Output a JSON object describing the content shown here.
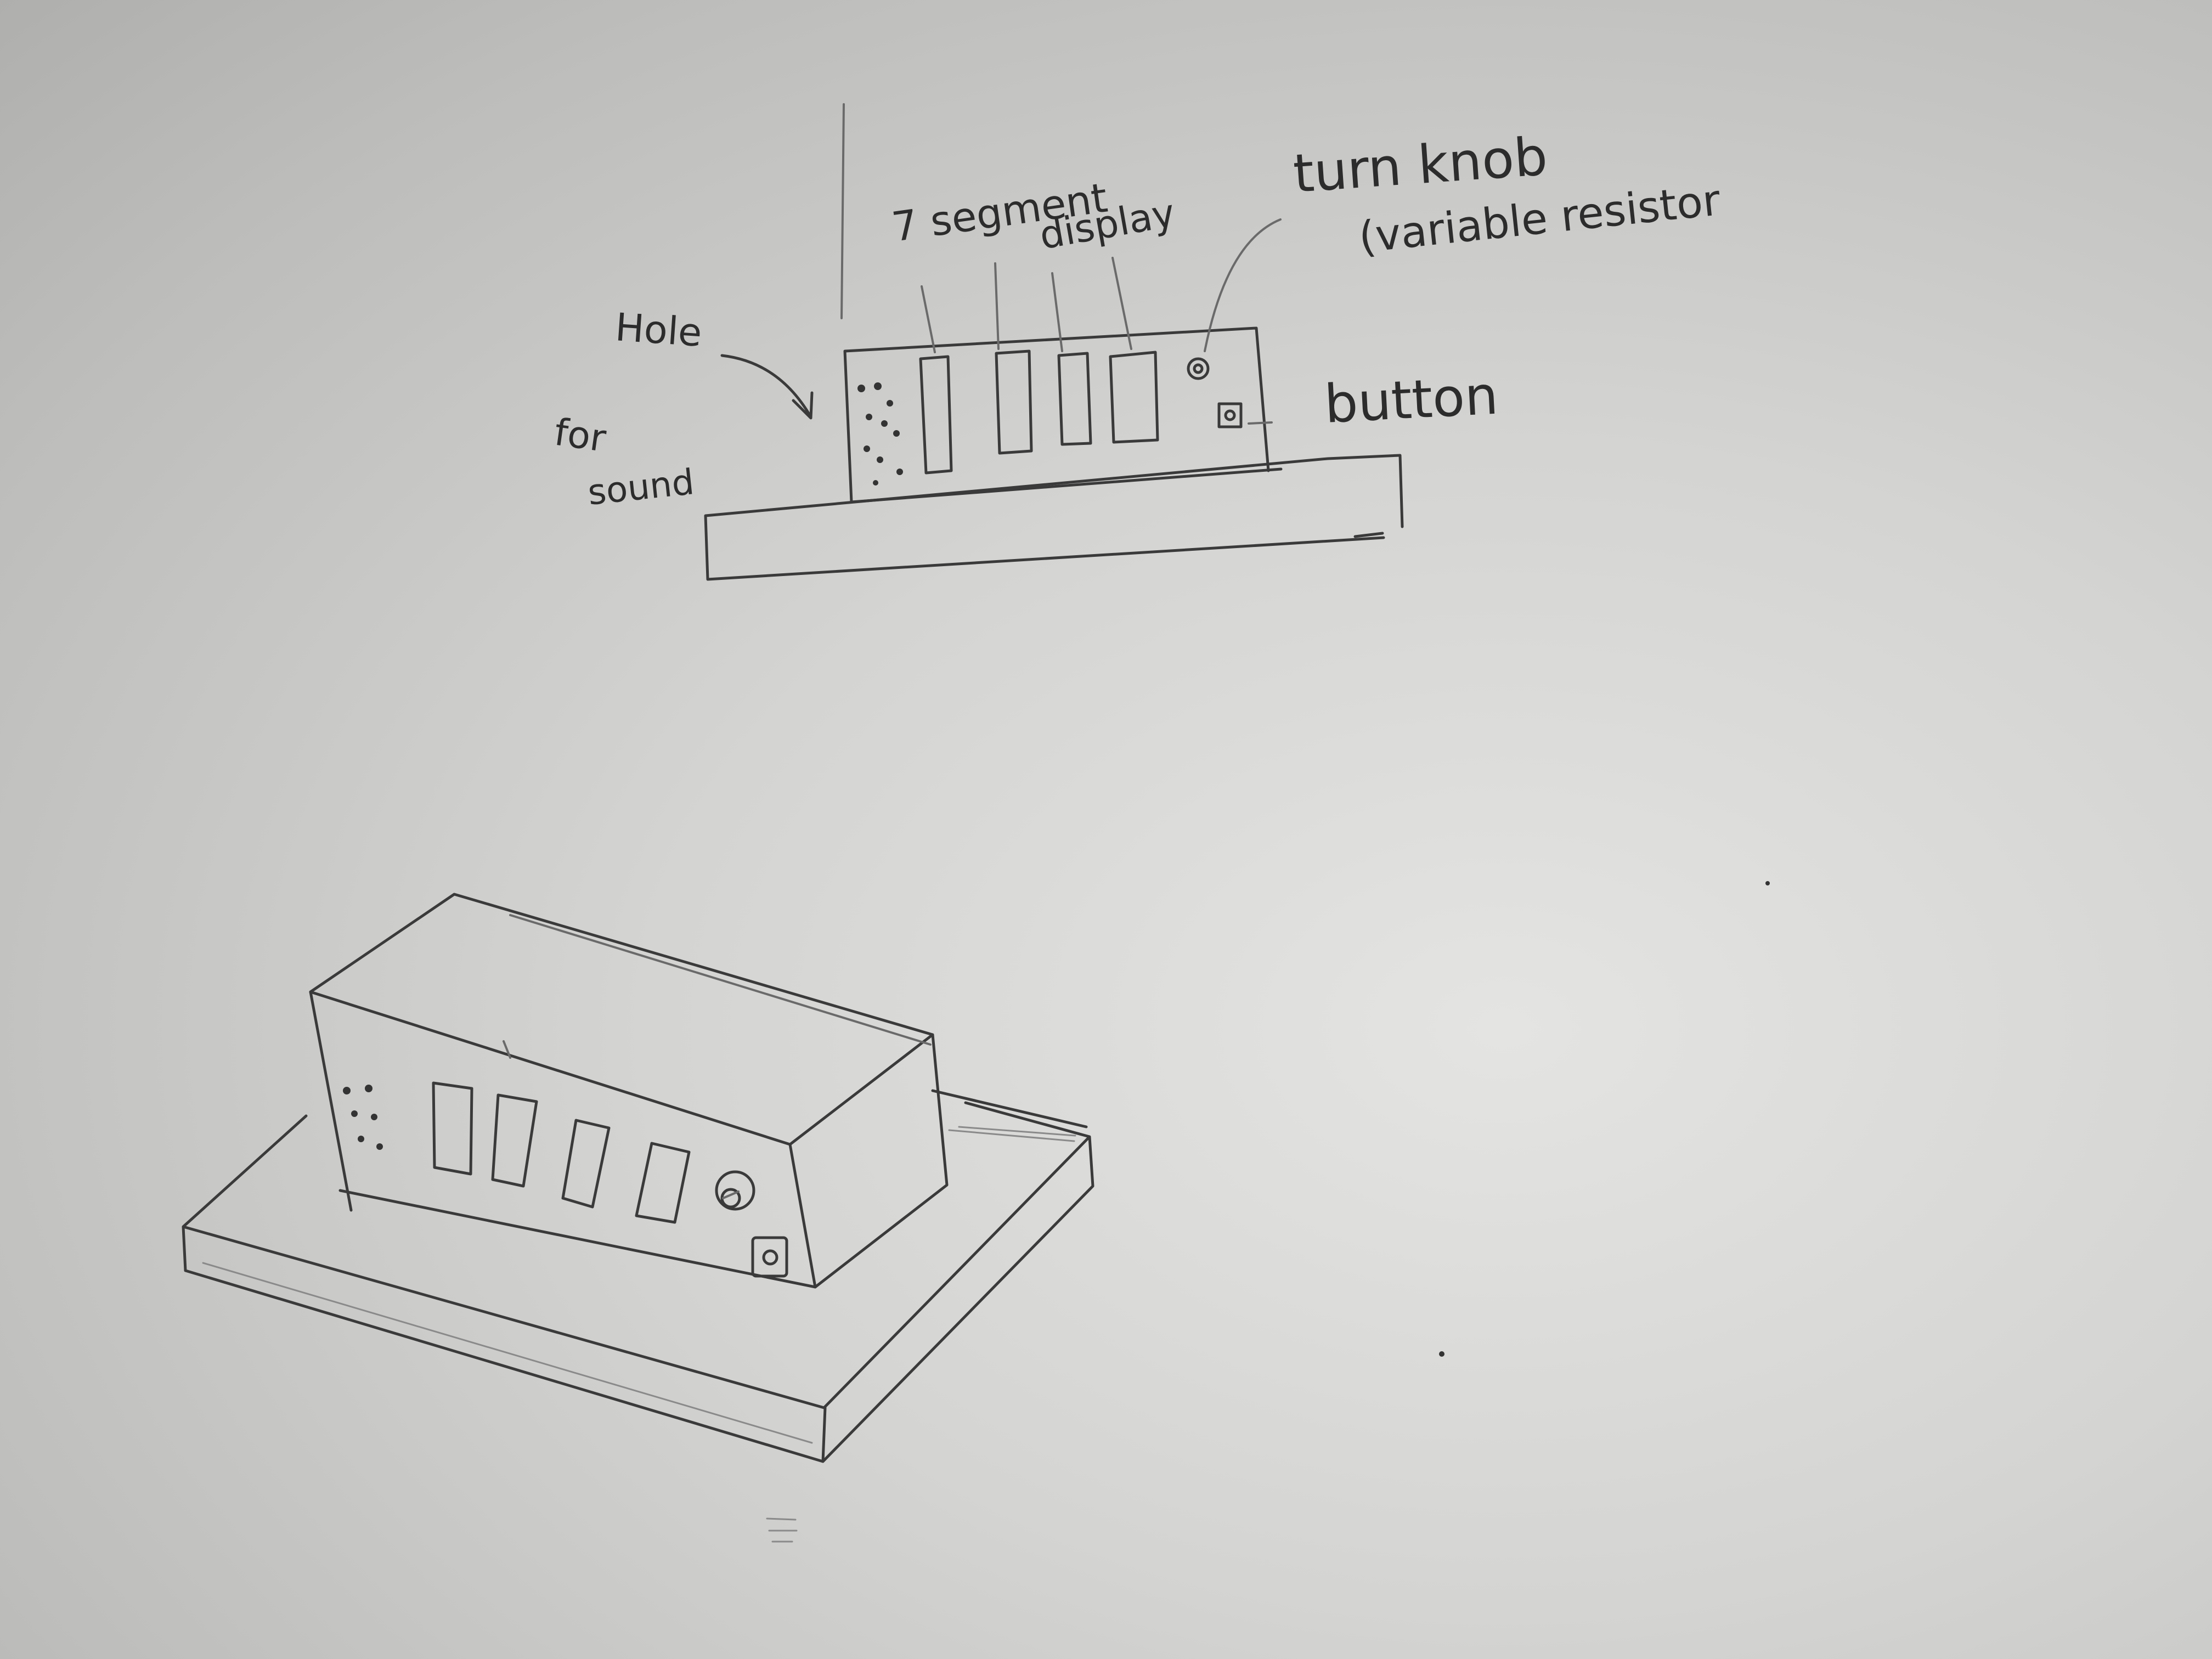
{
  "labels": {
    "segment_display_1": "7 segment",
    "segment_display_2": "display",
    "turn_knob": "turn knob",
    "variable_resistor": "(variable resistor",
    "hole_1": "Hole",
    "hole_2": "for",
    "hole_3": "sound",
    "button": "button"
  },
  "colors": {
    "pencil": "#3a3a3a",
    "paper": "#d6d6d4"
  }
}
